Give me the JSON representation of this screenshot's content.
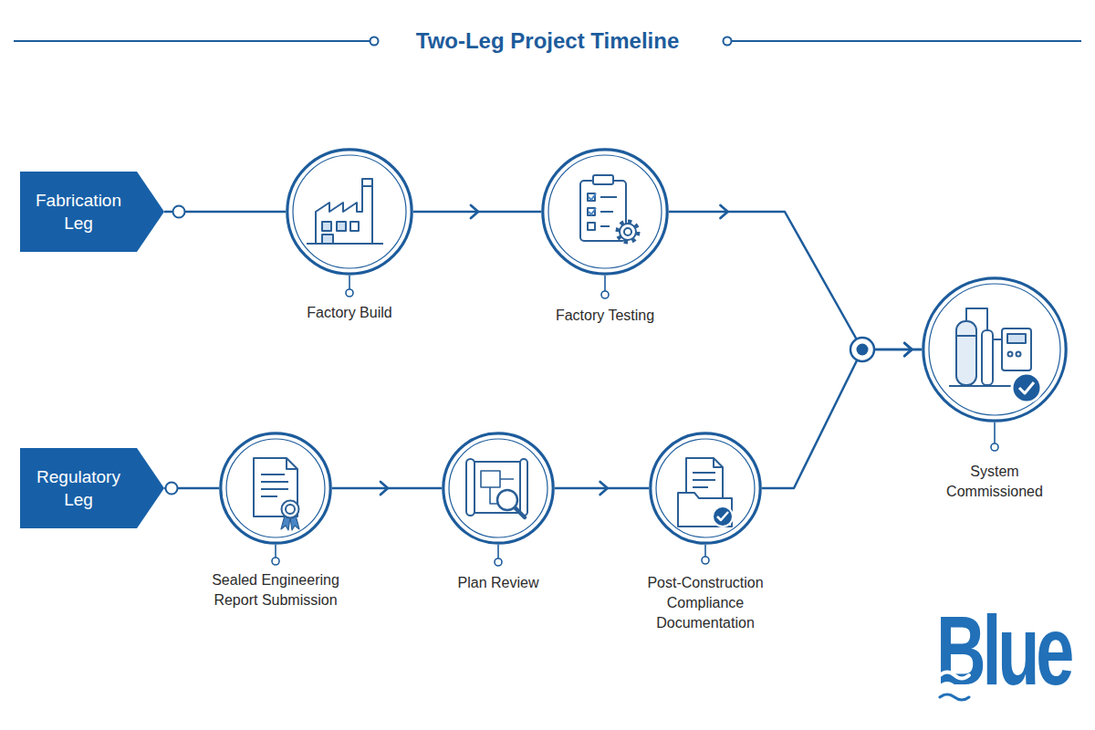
{
  "diagram": {
    "title": "Two-Leg Project Timeline",
    "nodes": [
      {
        "text": [
          "Fabrication Leg"
        ]
      },
      {
        "text": [
          "Factory Build"
        ]
      },
      {
        "text": [
          "Factory Testing"
        ]
      },
      {
        "text": [
          "Regulatory Leg"
        ]
      },
      {
        "text": [
          "Sealed Engineering Report Submission"
        ]
      },
      {
        "text": [
          "Plan Review"
        ]
      },
      {
        "text": [
          "Post-Construction Compliance Documentation"
        ]
      },
      {
        "text": [
          "System Commissioned"
        ]
      }
    ],
    "edges": [
      {
        "from": 0,
        "to": 1,
        "arrow": "none"
      },
      {
        "from": 1,
        "to": 2,
        "arrow": "to"
      },
      {
        "from": 2,
        "to": 7,
        "arrow": "to"
      },
      {
        "from": 3,
        "to": 4,
        "arrow": "none"
      },
      {
        "from": 4,
        "to": 5,
        "arrow": "to"
      },
      {
        "from": 5,
        "to": 6,
        "arrow": "to"
      },
      {
        "from": 6,
        "to": 7,
        "arrow": "to"
      }
    ],
    "labels": [
      "Blue"
    ]
  }
}
